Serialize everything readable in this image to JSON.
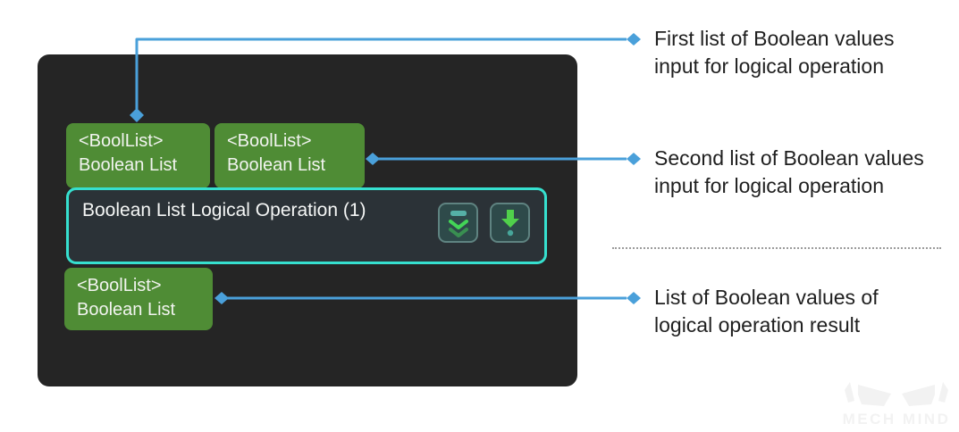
{
  "panel": {
    "inputs": [
      {
        "type": "<BoolList>",
        "label": "Boolean List"
      },
      {
        "type": "<BoolList>",
        "label": "Boolean List"
      }
    ],
    "node": {
      "title": "Boolean List Logical Operation (1)",
      "icons": [
        "double-chevron-down-icon",
        "arrow-down-dot-icon"
      ]
    },
    "output": {
      "type": "<BoolList>",
      "label": "Boolean List"
    }
  },
  "callouts": [
    {
      "line1": "First list of Boolean values",
      "line2": "input for logical operation"
    },
    {
      "line1": "Second list of Boolean values",
      "line2": "input for logical operation"
    },
    {
      "line1": "List of Boolean values of",
      "line2": "logical operation result"
    }
  ],
  "watermark": {
    "brand": "MECH MIND"
  },
  "colors": {
    "accent_blue": "#4AA0DA",
    "port_green": "#4F8C35",
    "node_border_teal": "#36E0CF",
    "node_bg": "#2B3237",
    "panel_bg": "#252525",
    "icon_bright_green": "#43D457",
    "icon_teal": "#55B0A6",
    "callout_text": "#1F1F1F",
    "divider_gray": "#9B9B9B"
  }
}
